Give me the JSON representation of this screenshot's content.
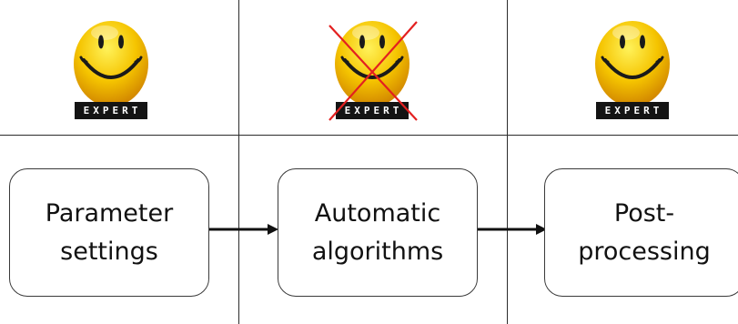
{
  "panels": [
    {
      "expert_label": "EXPERT",
      "expert_active": true,
      "step_label": "Parameter\nsettings"
    },
    {
      "expert_label": "EXPERT",
      "expert_active": false,
      "step_label": "Automatic\nalgorithms"
    },
    {
      "expert_label": "EXPERT",
      "expert_active": true,
      "step_label": "Post-\nprocessing"
    }
  ],
  "icons": {
    "face": "smiley-face-icon",
    "cross": "red-x-cross-icon",
    "arrow": "right-arrow-icon"
  },
  "colors": {
    "face_light": "#ffea2e",
    "face_mid": "#f5c400",
    "face_dark": "#d88a00",
    "badge": "#141414",
    "cross": "#e32020",
    "lines": "#2b2b2b"
  }
}
